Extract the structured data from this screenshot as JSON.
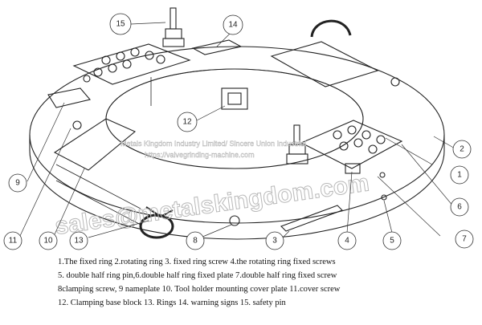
{
  "callouts": [
    "1",
    "2",
    "3",
    "4",
    "5",
    "6",
    "7",
    "8",
    "9",
    "10",
    "11",
    "12",
    "13",
    "14",
    "15"
  ],
  "watermark": {
    "company": "Metals Kingdom Industry Limited/ Sincere Union Industrial",
    "url": "https://valvegrinding-machine.com",
    "email": "sales@metalskingdom.com"
  },
  "legend": {
    "line1": "1.The fixed ring 2.rotating ring 3. fixed ring screw 4.the rotating ring fixed screws",
    "line2": "5. double half ring pin,6.double half ring fixed plate 7.double half ring fixed screw",
    "line3": "8clamping screw, 9 nameplate 10. Tool holder mounting cover plate 11.cover screw",
    "line4": "12. Clamping base block  13. Rings 14. warning signs 15. safety pin"
  }
}
